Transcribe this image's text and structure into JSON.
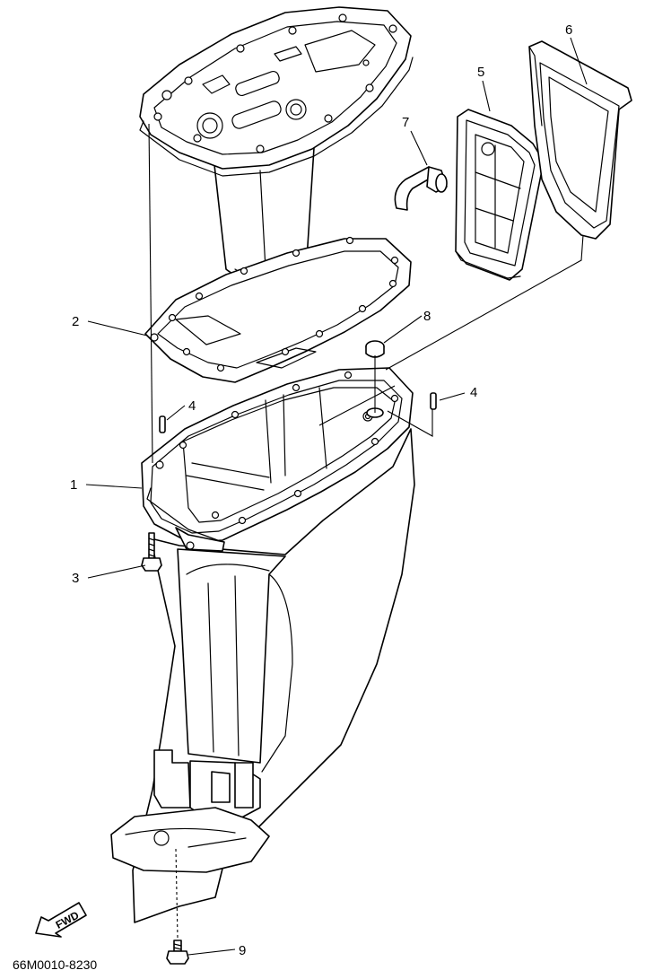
{
  "diagram": {
    "callouts": [
      {
        "label": "1"
      },
      {
        "label": "2"
      },
      {
        "label": "3"
      },
      {
        "label": "4"
      },
      {
        "label": "4"
      },
      {
        "label": "5"
      },
      {
        "label": "6"
      },
      {
        "label": "7"
      },
      {
        "label": "8"
      },
      {
        "label": "9"
      }
    ],
    "direction_badge": "FWD",
    "drawing_code": "66M0010-8230"
  }
}
